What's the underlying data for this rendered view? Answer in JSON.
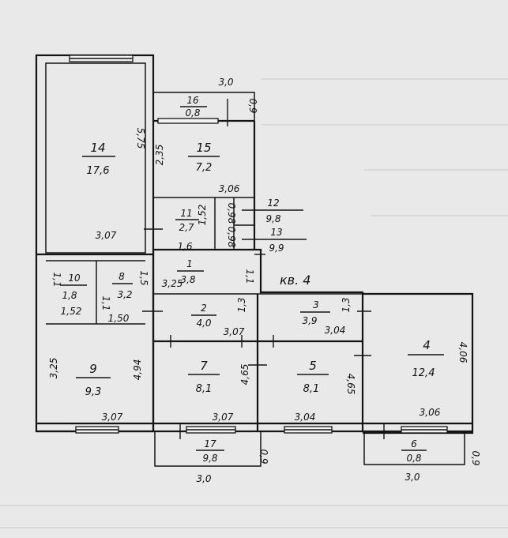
{
  "apartment_label": "кв. 4",
  "rooms": [
    {
      "id": "r1",
      "number": "1",
      "area": "3,8"
    },
    {
      "id": "r2",
      "number": "2",
      "area": "4,0"
    },
    {
      "id": "r3",
      "number": "3",
      "area": "3,9"
    },
    {
      "id": "r4",
      "number": "4",
      "area": "12,4"
    },
    {
      "id": "r5",
      "number": "5",
      "area": "8,1"
    },
    {
      "id": "r6",
      "number": "6",
      "area": "0,8"
    },
    {
      "id": "r7",
      "number": "7",
      "area": "8,1"
    },
    {
      "id": "r8",
      "number": "8",
      "area": "3,2"
    },
    {
      "id": "r9",
      "number": "9",
      "area": "9,3"
    },
    {
      "id": "r10",
      "number": "10",
      "area": "1,8"
    },
    {
      "id": "r11",
      "number": "11",
      "area": "2,7"
    },
    {
      "id": "r12",
      "number": "12",
      "area": "9,8"
    },
    {
      "id": "r13",
      "number": "13",
      "area": "9,9"
    },
    {
      "id": "r14",
      "number": "14",
      "area": "17,6"
    },
    {
      "id": "r15",
      "number": "15",
      "area": "7,2"
    },
    {
      "id": "r16",
      "number": "16",
      "area": "0,8"
    },
    {
      "id": "r17",
      "number": "17",
      "area": "9,8"
    }
  ],
  "dimensions": {
    "d_3_0_top": "3,0",
    "d_0_9_r16": "0,9",
    "d_5_75": "5,75",
    "d_2_35": "2,35",
    "d_3_06_r15": "3,06",
    "d_3_07_r14": "3,07",
    "d_1_52_r11": "1,52",
    "d_1_6_r11": "1,6",
    "d_0_98_a": "0,98",
    "d_0_98_b": "0,98",
    "d_1_1_r1": "1,1",
    "d_3_25_r1": "3,25",
    "d_1_5_r8": "1,5",
    "d_1_1_r8": "1,1",
    "d_1_50_r8": "1,50",
    "d_1_1_r10": "1,1",
    "d_1_52_r10": "1,52",
    "d_1_3_r2": "1,3",
    "d_3_07_r2": "3,07",
    "d_1_3_r3": "1,3",
    "d_3_04_r3": "3,04",
    "d_4_06": "4,06",
    "d_3_25_r9": "3,25",
    "d_4_94": "4,94",
    "d_4_65_r7": "4,65",
    "d_4_65_r5": "4,65",
    "d_3_07_r9": "3,07",
    "d_3_07_r7": "3,07",
    "d_3_04_r5": "3,04",
    "d_3_06_r4": "3,06",
    "d_0_9_r17": "0,9",
    "d_3_0_r17": "3,0",
    "d_0_9_r6": "0,9",
    "d_3_0_r6": "3,0"
  }
}
